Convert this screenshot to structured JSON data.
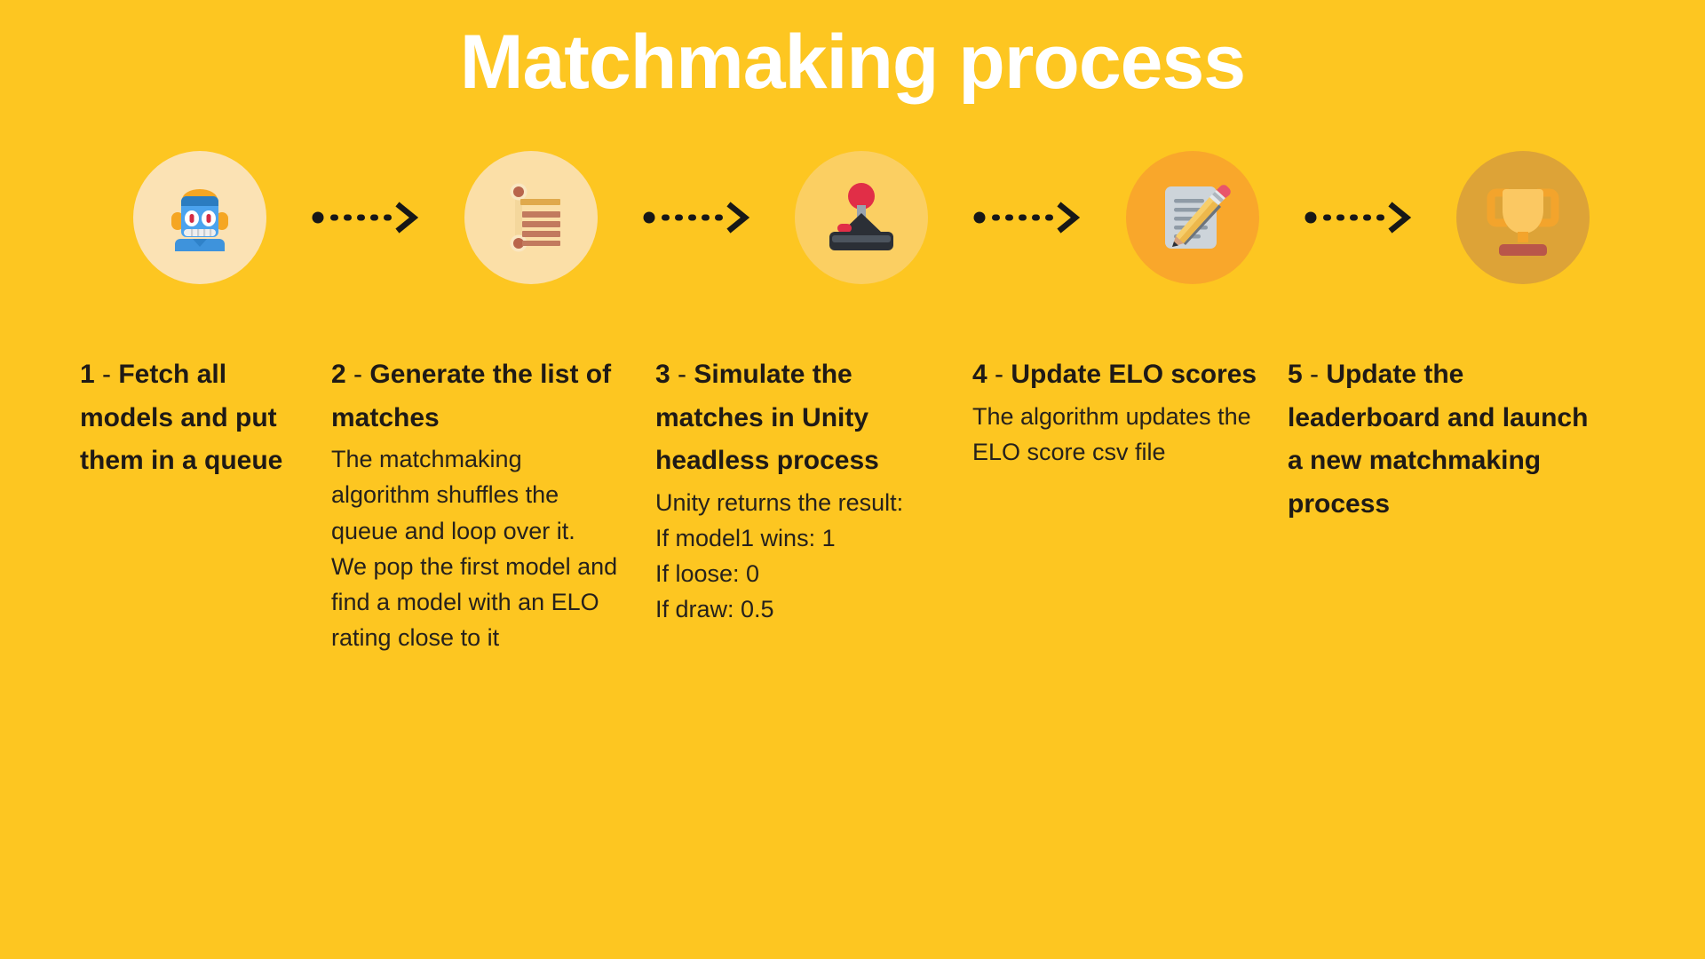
{
  "page": {
    "title": "Matchmaking process",
    "background_color": "#FDC621",
    "title_color": "#FFFFFF",
    "text_color": "#1F1A16"
  },
  "icons": [
    {
      "name": "robot-icon",
      "circle_color": "#FBE2B4",
      "label": "robot"
    },
    {
      "name": "scroll-list-icon",
      "circle_color": "#FBDFA7",
      "label": "list"
    },
    {
      "name": "joystick-icon",
      "circle_color": "#FBCF62",
      "label": "joystick"
    },
    {
      "name": "memo-pencil-icon",
      "circle_color": "#F9A72B",
      "label": "memo"
    },
    {
      "name": "trophy-icon",
      "circle_color": "#DDA337",
      "label": "trophy"
    }
  ],
  "arrows": {
    "style": "dotted-arrow",
    "color": "#171717",
    "count": 4
  },
  "steps": [
    {
      "number": "1",
      "dash": " - ",
      "heading": "Fetch all models and put them in a queue",
      "body": ""
    },
    {
      "number": "2",
      "dash": " - ",
      "heading": "Generate the list of matches",
      "body": "The matchmaking algorithm shuffles the queue and loop over it.\nWe pop the first model and find a model with an ELO rating close to it"
    },
    {
      "number": "3",
      "dash": " - ",
      "heading": "Simulate the matches in Unity headless process",
      "body": "Unity returns the result:\nIf model1 wins: 1\nIf loose: 0\nIf draw: 0.5"
    },
    {
      "number": "4",
      "dash": " - ",
      "heading": "Update ELO scores",
      "body": "The algorithm updates the ELO score csv file"
    },
    {
      "number": "5",
      "dash": " - ",
      "heading": "Update the leaderboard and launch a new matchmaking process",
      "body": ""
    }
  ]
}
